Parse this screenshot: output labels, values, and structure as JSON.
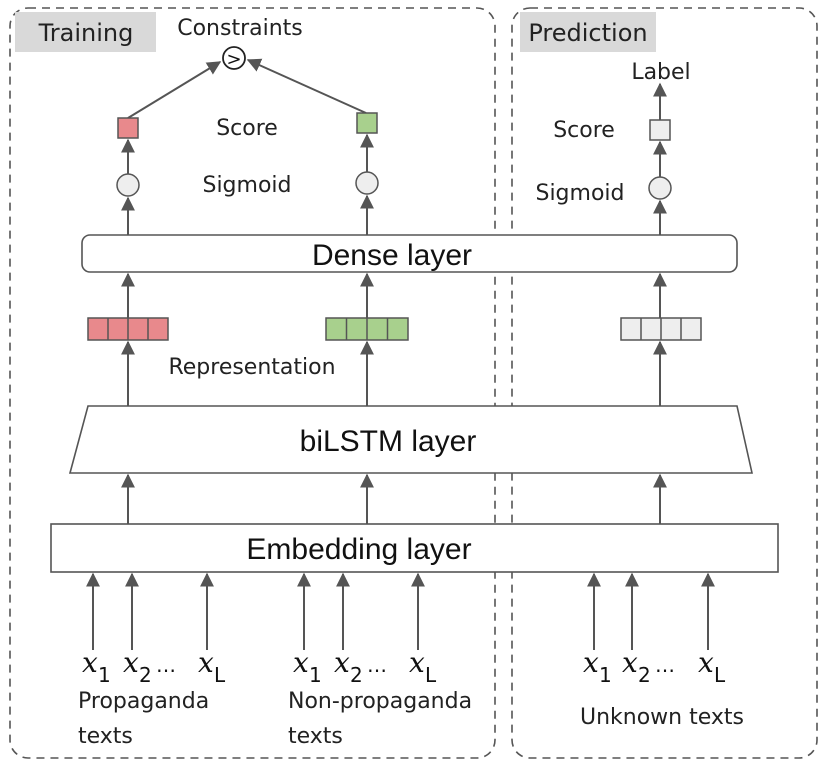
{
  "training": {
    "tag": "Training",
    "constraints_label": "Constraints",
    "comparison_symbol": ">",
    "score_label": "Score",
    "sigmoid_label": "Sigmoid",
    "representation_label": "Representation",
    "propaganda": {
      "x1": "x",
      "x1_sub": "1",
      "x2": "x",
      "x2_sub": "2",
      "dots": "…",
      "xl": "x",
      "xl_sub": "L",
      "caption_line1": "Propaganda",
      "caption_line2": "texts",
      "color": "#e8898c"
    },
    "non_propaganda": {
      "x1": "x",
      "x1_sub": "1",
      "x2": "x",
      "x2_sub": "2",
      "dots": "…",
      "xl": "x",
      "xl_sub": "L",
      "caption_line1": "Non-propaganda",
      "caption_line2": "texts",
      "color": "#a8d08d"
    }
  },
  "prediction": {
    "tag": "Prediction",
    "label_text": "Label",
    "score_label": "Score",
    "sigmoid_label": "Sigmoid",
    "unknown": {
      "x1": "x",
      "x1_sub": "1",
      "x2": "x",
      "x2_sub": "2",
      "dots": "…",
      "xl": "x",
      "xl_sub": "L",
      "caption": "Unknown texts",
      "color": "#eeeeee"
    }
  },
  "layers": {
    "dense": "Dense layer",
    "bilstm": "biLSTM layer",
    "embedding": "Embedding layer"
  },
  "colors": {
    "line": "#555555",
    "tag_background": "#d9d9d9",
    "sigmoid_fill": "#eeeeee"
  }
}
